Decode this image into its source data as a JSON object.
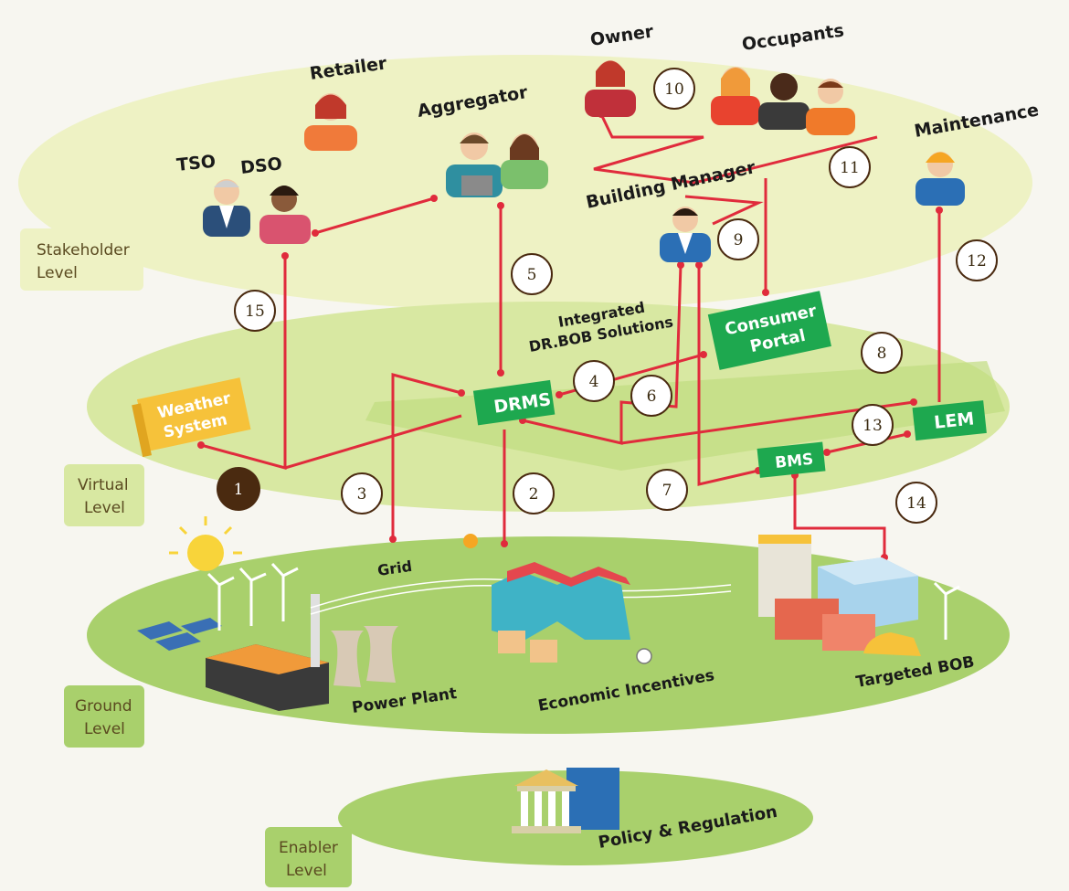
{
  "levels": {
    "stakeholder": "Stakeholder\nLevel",
    "virtual": "Virtual\nLevel",
    "ground": "Ground\nLevel",
    "enabler": "Enabler\nLevel"
  },
  "stakeholders": {
    "tso": "TSO",
    "dso": "DSO",
    "retailer": "Retailer",
    "aggregator": "Aggregator",
    "owner": "Owner",
    "occupants": "Occupants",
    "building_manager": "Building Manager",
    "maintenance": "Maintenance"
  },
  "virtual": {
    "integrated_title": "Integrated\nDR.BOB Solutions",
    "weather_system": "Weather\nSystem",
    "drms": "DRMS",
    "consumer_portal": "Consumer\nPortal",
    "lem": "LEM",
    "bms": "BMS"
  },
  "ground": {
    "grid": "Grid",
    "power_plant": "Power Plant",
    "economic_incentives": "Economic Incentives",
    "targeted_bob": "Targeted BOB"
  },
  "enabler": {
    "policy": "Policy & Regulation"
  },
  "numbers": [
    "1",
    "2",
    "3",
    "4",
    "5",
    "6",
    "7",
    "8",
    "9",
    "10",
    "11",
    "12",
    "13",
    "14",
    "15"
  ],
  "colors": {
    "link": "#e02b3c",
    "box_green": "#1ea84f",
    "weather_yellow": "#f6c23a",
    "level_pale": "#eef2c4",
    "level_green": "#a9d06c"
  }
}
